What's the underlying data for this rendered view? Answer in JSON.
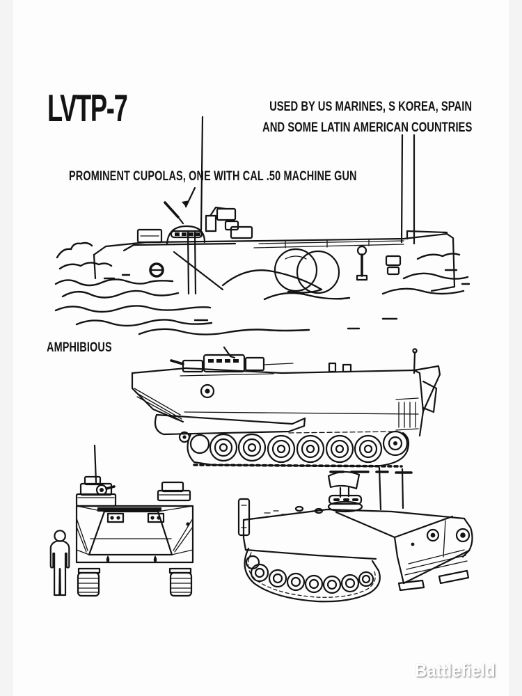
{
  "poster": {
    "title": "LVTP-7",
    "usage_note": {
      "line1": "USED BY US MARINES, S KOREA, SPAIN",
      "line2": "AND SOME LATIN AMERICAN COUNTRIES"
    },
    "callout": "PROMINENT CUPOLAS, ONE WITH CAL .50 MACHINE GUN",
    "amphibious_label": "AMPHIBIOUS",
    "watermark": "Battlefield",
    "colors": {
      "ink": "#131313",
      "background": "#fdfdfd",
      "edge_strip": "#f4f4f5",
      "watermark_text": "#ffffff",
      "watermark_shadow": "#9a9a9a"
    },
    "figures": [
      "swimming side view with bow wave and wake",
      "side profile view with tracks",
      "front view with human scale figure",
      "three-quarter perspective view"
    ]
  }
}
